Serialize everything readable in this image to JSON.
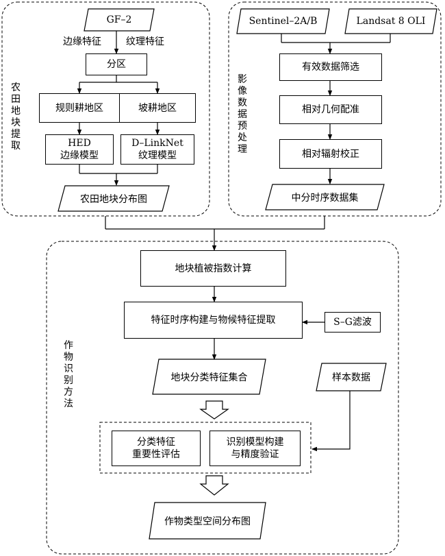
{
  "left_group": {
    "label": "农田地块提取",
    "gf2": "GF–2",
    "edge_feature": "边缘特征",
    "texture_feature": "纹理特征",
    "zoning": "分区",
    "regular_land": "规则耕地区",
    "slope_land": "坡耕地区",
    "hed_model": "HED\n边缘模型",
    "dlinknet_model": "D–LinkNet\n纹理模型",
    "parcel_map": "农田地块分布图"
  },
  "right_group": {
    "label": "影像数据预处理",
    "sentinel": "Sentinel–2A/B",
    "landsat": "Landsat 8 OLI",
    "valid_filter": "有效数据筛选",
    "geo_registration": "相对几何配准",
    "radiometric_correction": "相对辐射校正",
    "mid_res_dataset": "中分时序数据集"
  },
  "bottom_group": {
    "label": "作物识别方法",
    "vegetation_index": "地块植被指数计算",
    "feature_construction": "特征时序构建与物候特征提取",
    "sg_filter": "S–G滤波",
    "feature_set": "地块分类特征集合",
    "samples": "样本数据",
    "importance": "分类特征\n重要性评估",
    "model_build": "识别模型构建\n与精度验证",
    "crop_map": "作物类型空间分布图"
  }
}
